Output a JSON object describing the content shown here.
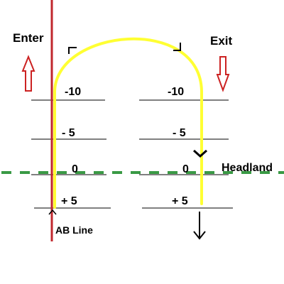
{
  "labels": {
    "enter": "Enter",
    "exit": "Exit",
    "headland": "Headland",
    "ab_line": "AB Line"
  },
  "left_marks": [
    "-10",
    "- 5",
    "0",
    "+ 5"
  ],
  "right_marks": [
    "-10",
    "- 5",
    "0",
    "+ 5"
  ],
  "colors": {
    "ab_line": "#c0272d",
    "path": "#ffff33",
    "headland": "#3a9a45",
    "arrow_outline": "#cc2222",
    "marks": "#000000"
  }
}
